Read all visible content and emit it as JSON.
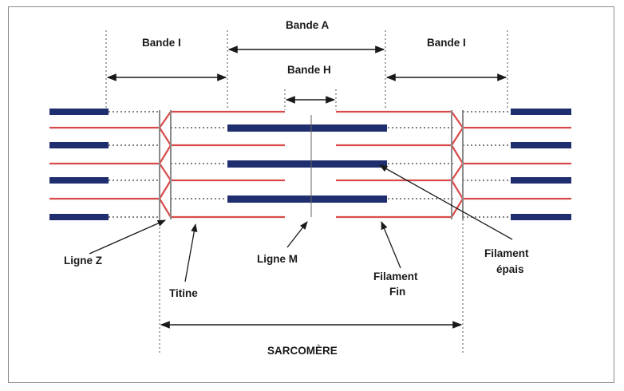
{
  "labels": {
    "band_i_left": "Bande I",
    "band_a": "Bande A",
    "band_i_right": "Bande I",
    "band_h": "Bande H",
    "line_z": "Ligne Z",
    "titin": "Titine",
    "line_m": "Ligne M",
    "thin_filament_1": "Filament",
    "thin_filament_2": "Fin",
    "thick_filament_1": "Filament",
    "thick_filament_2": "épais",
    "sarcomere": "SARCOMÈRE"
  },
  "colors": {
    "thick_filament": "#1f2e6e",
    "thin_filament": "#d94a4a",
    "line": "#1a1a1a",
    "dotted": "#555555",
    "frame": "#8a8a8a"
  }
}
